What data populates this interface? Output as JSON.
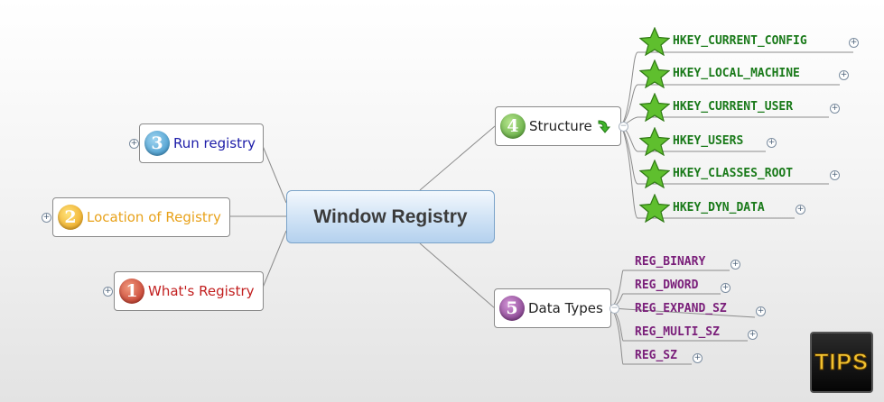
{
  "central": {
    "title": "Window Registry"
  },
  "left_topics": [
    {
      "number": "3",
      "label": "Run registry",
      "color": "#1c1ca8",
      "badge": "#4aa3d6"
    },
    {
      "number": "2",
      "label": "Location of Registry",
      "color": "#e8a21b",
      "badge": "#f0b428"
    },
    {
      "number": "1",
      "label": "What's Registry",
      "color": "#c21f1f",
      "badge": "#cc3b2a"
    }
  ],
  "structure": {
    "number": "4",
    "label": "Structure",
    "color": "#222222",
    "badge": "#5aa83b",
    "flag_icon": "green-arrow-down"
  },
  "structure_items": [
    "HKEY_CURRENT_CONFIG",
    "HKEY_LOCAL_MACHINE",
    "HKEY_CURRENT_USER",
    "HKEY_USERS",
    "HKEY_CLASSES_ROOT",
    "HKEY_DYN_DATA"
  ],
  "data_types": {
    "number": "5",
    "label": "Data Types",
    "color": "#222222",
    "badge": "#7e3a8a"
  },
  "data_type_items": [
    "REG_BINARY",
    "REG_DWORD",
    "REG_EXPAND_SZ",
    "REG_MULTI_SZ",
    "REG_SZ"
  ],
  "colors": {
    "structure_item": "#1a7a1a",
    "data_type_item": "#7a1f7a",
    "star": "#5fbf2e"
  },
  "tips_logo": "TIPS",
  "expand_symbol": "+"
}
